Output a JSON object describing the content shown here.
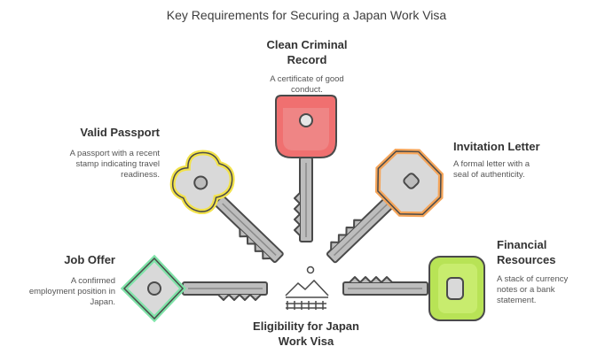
{
  "title": "Key Requirements for Securing a Japan Work Visa",
  "center": {
    "label_line1": "Eligibility for Japan",
    "label_line2": "Work Visa"
  },
  "requirements": [
    {
      "id": "valid-passport",
      "title": "Valid Passport",
      "desc_lines": [
        "A passport with a recent",
        "stamp indicating travel",
        "readiness."
      ],
      "color": "#F2E24A"
    },
    {
      "id": "clean-criminal-record",
      "title_lines": [
        "Clean Criminal",
        "Record"
      ],
      "desc_lines": [
        "A certificate of good",
        "conduct."
      ],
      "color": "#F07070"
    },
    {
      "id": "invitation-letter",
      "title": "Invitation Letter",
      "desc_lines": [
        "A formal letter with a",
        "seal of authenticity."
      ],
      "color": "#F5A55A"
    },
    {
      "id": "job-offer",
      "title": "Job Offer",
      "desc_lines": [
        "A confirmed",
        "employment position in",
        "Japan."
      ],
      "color": "#7FE3A8"
    },
    {
      "id": "financial-resources",
      "title_lines": [
        "Financial",
        "Resources"
      ],
      "desc_lines": [
        "A stack of currency",
        "notes or a bank",
        "statement."
      ],
      "color": "#B8E356"
    }
  ]
}
